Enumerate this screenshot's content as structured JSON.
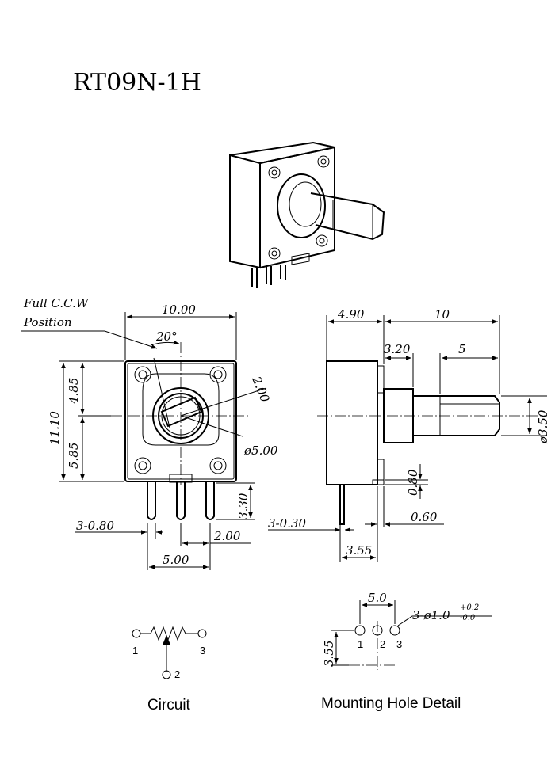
{
  "title": "RT09N-1H",
  "front_view": {
    "annotation_line1": "Full C.C.W",
    "annotation_line2": "Position",
    "angle": "20°",
    "width": "10.00",
    "height_total": "11.10",
    "height_top": "4.85",
    "height_bottom": "5.85",
    "shaft_flat": "2.00",
    "shaft_dia": "ø5.00",
    "pin_length": "3.30",
    "pin_width": "3-0.80",
    "pin_pitch": "2.00",
    "pin_span": "5.00"
  },
  "side_view": {
    "body_depth": "4.90",
    "shaft_length": "10",
    "bushing": "3.20",
    "shaft_tip": "5",
    "shaft_dia": "ø3.50",
    "tab": "0.80",
    "pin_thickness": "3-0.30",
    "pin_offset": "0.60",
    "pin_to_body": "3.55"
  },
  "circuit": {
    "label": "Circuit",
    "pin1": "1",
    "pin2": "2",
    "pin3": "3"
  },
  "mounting": {
    "label": "Mounting Hole Detail",
    "pitch": "5.0",
    "hole_spec": "3-ø1.0",
    "tol_plus": "+0.2",
    "tol_minus": "-0.0",
    "offset": "3.55",
    "pin1": "1",
    "pin2": "2",
    "pin3": "3"
  }
}
